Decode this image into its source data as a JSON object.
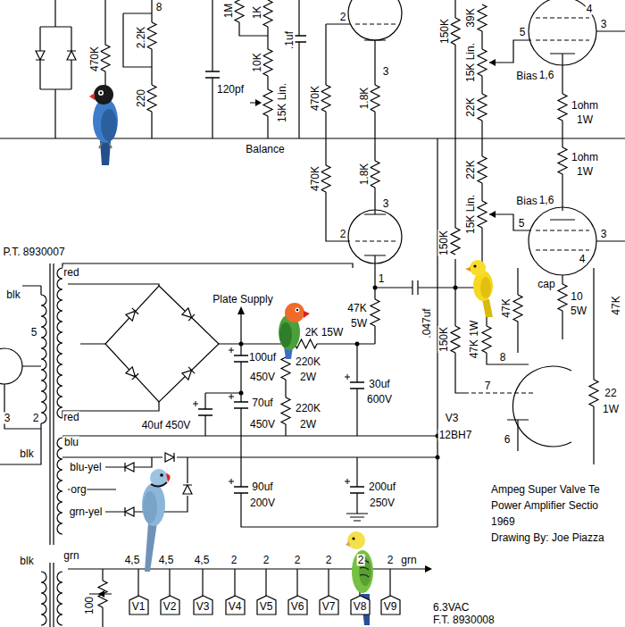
{
  "diagram": {
    "nodes": [
      {
        "text": [
          "V1"
        ]
      },
      {
        "text": [
          "V2"
        ]
      },
      {
        "text": [
          "V3"
        ]
      },
      {
        "text": [
          "V4"
        ]
      },
      {
        "text": [
          "V5"
        ]
      },
      {
        "text": [
          "V6"
        ]
      },
      {
        "text": [
          "V7"
        ]
      },
      {
        "text": [
          "V8"
        ]
      },
      {
        "text": [
          "V9"
        ]
      }
    ],
    "labels": [
      "8",
      "2.2K",
      "1M",
      "1K",
      "470K",
      "220",
      "120pf",
      ".1uf",
      "10K",
      "15K Lin.",
      "Balance",
      "2",
      "3",
      "470K",
      "1.8K",
      "150K",
      "39K",
      "5",
      "15K Lin.",
      "Bias",
      "1,6",
      "3",
      "4",
      "22K",
      "1ohm",
      "1W",
      "1ohm",
      "1W",
      "470K",
      "1.8K",
      "22K",
      "Bias",
      "15K Lin.",
      "3",
      "2",
      "1,6",
      "5",
      "3",
      "4",
      "cap",
      "10",
      "5W",
      "47K",
      "P.T. 8930007",
      "red",
      "150K",
      "1",
      "47K",
      "5W",
      ".047uf",
      "Plate Supply",
      "2K 15W",
      "150K",
      "47K 1W",
      "47K",
      "100uf",
      "450V",
      "220K",
      "2W",
      "30uf",
      "600V",
      "70uf",
      "450V",
      "220K",
      "2W",
      "40uf 450V",
      "red",
      "8",
      "7",
      "6",
      "V3",
      "12BH7",
      "22",
      "1W",
      "blk",
      "5",
      "3",
      "2",
      "blk",
      "blu",
      "blu-yel",
      "org",
      "grn-yel",
      "grn",
      "blk",
      "90uf",
      "200V",
      "200uf",
      "250V",
      "Ampeg Super Valve Te",
      "Power Amplifier Sectio",
      "1969",
      "Drawing By: Joe Piazza",
      "4,5",
      "4,5",
      "4,5",
      "2",
      "2",
      "2",
      "2",
      "2",
      "2",
      "grn",
      "100",
      "6.3VAC",
      "F.T. 8930008"
    ]
  }
}
